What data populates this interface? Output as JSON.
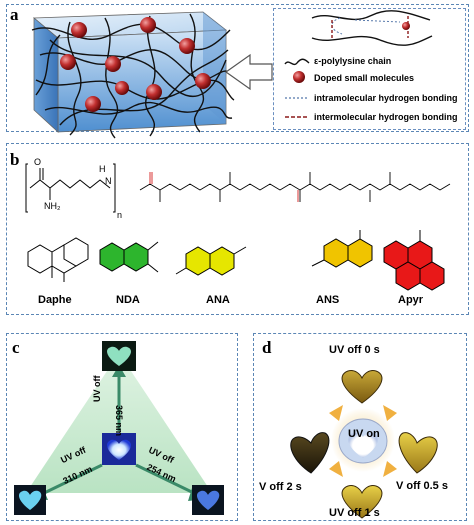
{
  "panel_a": {
    "label": "a",
    "legend": [
      {
        "text": "ε-polylysine chain"
      },
      {
        "text": "Doped small molecules"
      },
      {
        "text": "intramolecular hydrogen bonding"
      },
      {
        "text": "intermolecular hydrogen bonding"
      }
    ]
  },
  "panel_b": {
    "label": "b",
    "subscript_n": "n",
    "nh2": "NH₂",
    "nh": "N",
    "h": "H",
    "o": "O",
    "molecules": [
      "Daphe",
      "NDA",
      "ANA",
      "ANS",
      "Apyr"
    ],
    "colors": {
      "NDA": "#2db52d",
      "ANA": "#e6e600",
      "ANS": "#f0c400",
      "Apyr": "#e81818"
    }
  },
  "panel_c": {
    "label": "c",
    "arrows": [
      {
        "text": "UV off"
      },
      {
        "text": "365 nm"
      },
      {
        "text": "UV off"
      },
      {
        "text": "310 nm"
      },
      {
        "text": "UV off"
      },
      {
        "text": "254 nm"
      }
    ]
  },
  "panel_d": {
    "label": "d",
    "center": "UV on",
    "top": "UV off  0 s",
    "left": "V off  2 s",
    "right": "V off  0.5 s",
    "bottom": "UV off  1 s"
  }
}
